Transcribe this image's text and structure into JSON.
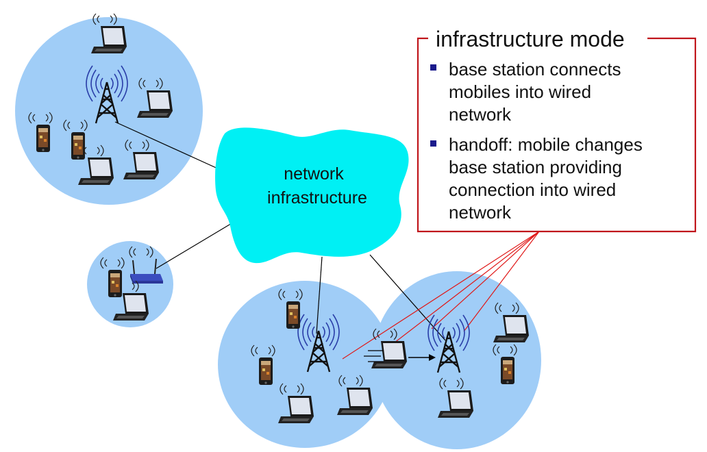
{
  "cloud": {
    "label_line1": "network",
    "label_line2": "infrastructure"
  },
  "callout": {
    "title": "infrastructure mode",
    "bullets": [
      {
        "lines": [
          "base station connects",
          "mobiles into wired",
          "network"
        ]
      },
      {
        "lines": [
          "handoff: mobile changes",
          "base station providing",
          "connection into wired",
          "network"
        ]
      }
    ]
  },
  "colors": {
    "cell": "#a0cdf7",
    "cloud": "#00f0f4",
    "callout_border": "#c0151b",
    "bullet": "#1a1a8c",
    "link": "#000000",
    "pointer": "#e01818"
  },
  "icons": {
    "base_station": "tower-icon",
    "laptop": "laptop-icon",
    "phone": "smartphone-icon",
    "router": "wifi-router-icon"
  }
}
